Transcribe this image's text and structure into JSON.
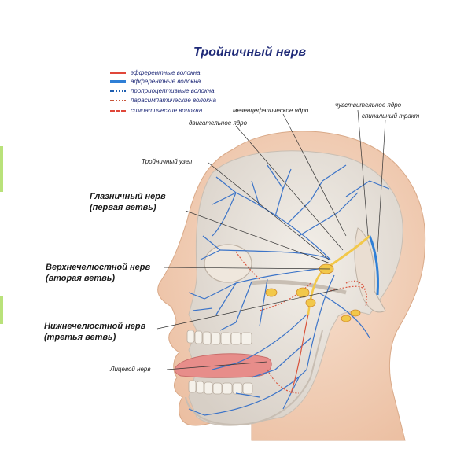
{
  "title": "Тройничный нерв",
  "legend": [
    {
      "label": "эфферентные волокна",
      "color": "#e0473a",
      "style": "solid"
    },
    {
      "label": "афферентные волокна",
      "color": "#2f7fd6",
      "style": "thick"
    },
    {
      "label": "проприоцептивные волокна",
      "color": "#1f5fb0",
      "style": "dotted"
    },
    {
      "label": "парасимпатические волокна",
      "color": "#c8553a",
      "style": "dotted"
    },
    {
      "label": "симпатические волокна",
      "color": "#e0473a",
      "style": "dashed"
    }
  ],
  "labels": {
    "mesencephalic": "мезенцефалическое ядро",
    "sensory_nucleus": "чувствительное ядро",
    "spinal_tract": "спинальный тракт",
    "motor_nucleus": "двигательное ядро",
    "ganglion": "Тройничный узел",
    "facial_nerve": "Лицевой нерв"
  },
  "branches": {
    "ophthalmic": [
      "Глазничный нерв",
      "(первая ветвь)"
    ],
    "maxillary": [
      "Верхнечелюстной нерв",
      "(вторая ветвь)"
    ],
    "mandibular": [
      "Нижнечелюстной нерв",
      "(третья ветвь)"
    ]
  },
  "colors": {
    "skin": "#f3d3bc",
    "skull": "#e9e3dc",
    "nerve_blue": "#3c74c8",
    "nerve_yellow": "#f2c84a",
    "nerve_red": "#d9533c",
    "tongue": "#e78d8a"
  }
}
